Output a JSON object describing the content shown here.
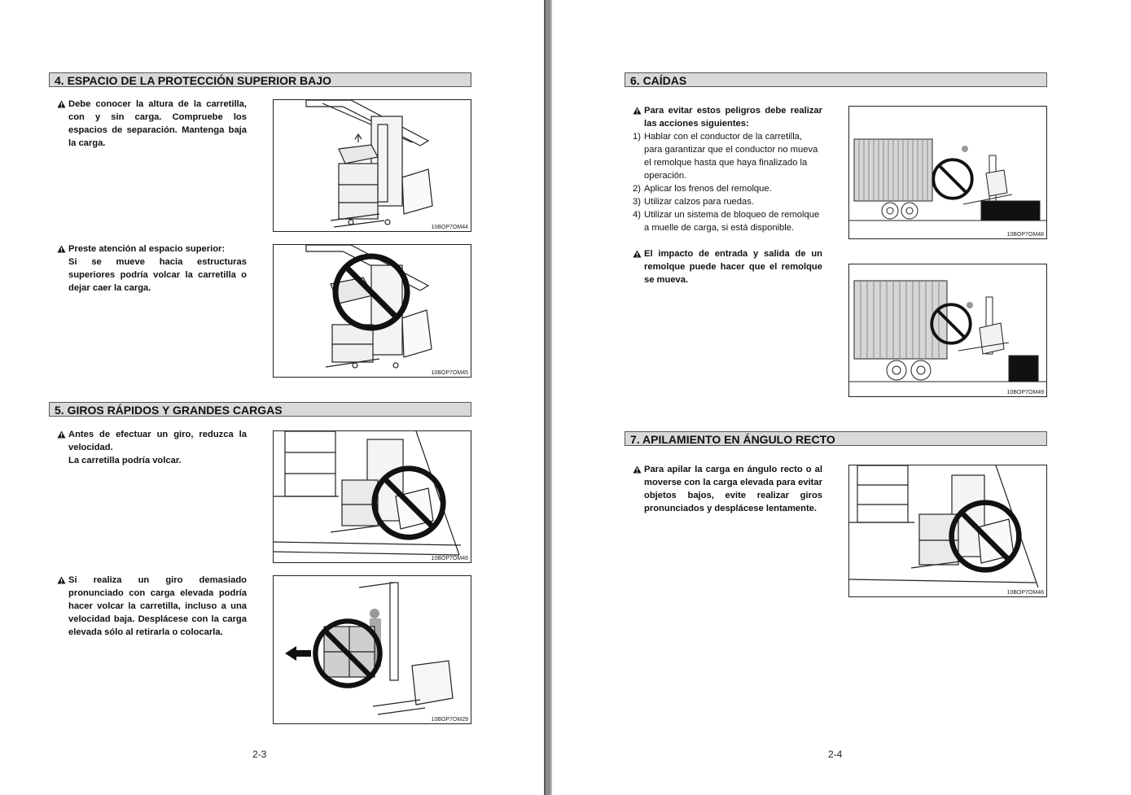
{
  "left_page": {
    "section4": {
      "title": "4. ESPACIO DE LA PROTECCIÓN SUPERIOR BAJO",
      "warning1": "Debe conocer la altura de la carretilla, con y sin carga. Compruebe los espacios de separación. Mantenga baja la carga.",
      "figure1_code": "10BOP7OM44",
      "warning2_title": "Preste atención al espacio superior:",
      "warning2_body": "Si se mueve hacia estructuras superiores podría volcar la carretilla o dejar caer la carga.",
      "figure2_code": "10BOP7OM45"
    },
    "section5": {
      "title": "5. GIROS RÁPIDOS Y GRANDES CARGAS",
      "warning1_line1": "Antes de efectuar un giro, reduzca la velocidad.",
      "warning1_line2": "La carretilla podría volcar.",
      "figure1_code": "10BOP7OM46",
      "warning2": "Si realiza un giro demasiado pronunciado con carga elevada podría hacer volcar la carretilla, incluso a una velocidad baja. Desplácese con la carga elevada sólo al retirarla o colocarla.",
      "figure2_code": "10BOP7OM29"
    },
    "page_number": "2-3"
  },
  "right_page": {
    "section6": {
      "title": "6. CAÍDAS",
      "warning1": "Para evitar estos peligros debe realizar las acciones siguientes:",
      "steps": [
        {
          "num": "1)",
          "text": "Hablar con el conductor de la carretilla, para garantizar que el conductor no mueva el remolque hasta que haya finalizado la operación."
        },
        {
          "num": "2)",
          "text": "Aplicar los frenos del remolque."
        },
        {
          "num": "3)",
          "text": "Utilizar calzos para ruedas."
        },
        {
          "num": "4)",
          "text": "Utilizar un sistema de bloqueo de remolque a muelle de carga, si está disponible."
        }
      ],
      "figure1_code": "10BOP7OM48",
      "warning2": "El impacto de entrada y salida de un remolque puede hacer que el remolque se mueva.",
      "figure2_code": "10BOP7OM49"
    },
    "section7": {
      "title": "7. APILAMIENTO EN ÁNGULO RECTO",
      "warning1": "Para apilar la carga en ángulo recto o al moverse con la carga elevada para evitar objetos bajos, evite realizar giros pronunciados y desplácese lentamente.",
      "figure1_code": "10BOP7OM46"
    },
    "page_number": "2-4"
  },
  "icons": {
    "warning": "warning-triangle-icon",
    "prohibition": "prohibition-sign-icon"
  }
}
